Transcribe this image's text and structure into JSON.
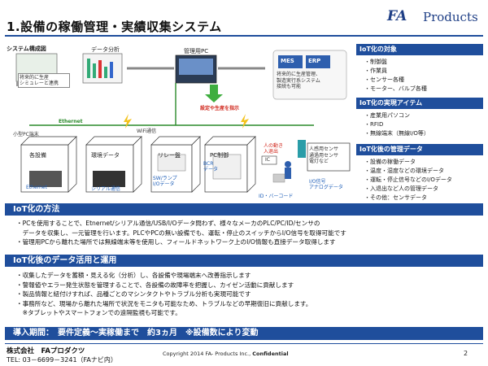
{
  "header": {
    "title": "1.設備の稼働管理・実績収集システム",
    "logo_fa": "FA",
    "logo_products": "Products"
  },
  "diagram": {
    "system_label": "システム構成図",
    "data_analysis": "データ分析",
    "management_pc": "管理用PC",
    "mes": "MES",
    "erp": "ERP",
    "future_note_left": "将来的に生産\nシミュレーと連携",
    "future_note_right": "将来的に生産管理、\n製造実行系システム\n接続も可能",
    "instruction": "設定や生産を指示",
    "small_pc_terminal": "小型PC端末",
    "ethernet_top": "Ethernet",
    "wifi": "WiFi通信",
    "facility_a": "各設備",
    "ethernet_bottom": "Ethernet",
    "env_data": "環境データ",
    "serial": "シリアル通信",
    "relay_board": "リレー盤",
    "sw_lamp": "SW/ランプ\nI/Oデータ",
    "pc_control": "PC制御",
    "bcr_data": "BCR\nデータ",
    "ic": "IC",
    "ic_barcode": "ID・バーコード",
    "entry_exit": "人の動き\n入退出",
    "human_sensor": "人感用センサ\n通過用センサ\n電灯など",
    "io_signal": "I/O信号\nアナログデータ"
  },
  "side_panels": [
    {
      "title": "IoT化の対象",
      "items": [
        "・制御盤",
        "・作業員",
        "・センサー各種",
        "・モーター、バルブ各種"
      ]
    },
    {
      "title": "IoT化の実現アイテム",
      "items": [
        "・産業用パソコン",
        "・RFID",
        "・無線端末（無線I/O等）"
      ]
    },
    {
      "title": "IoT化後の管理データ",
      "items": [
        "・設備の稼働データ",
        "・温度・湿度などの環境データ",
        "・運転・停止信号などのI/Oデータ",
        "・入退出など人の管理データ",
        "・その他：センサデータ"
      ]
    }
  ],
  "sections": {
    "method_title": "IoT化の方法",
    "method_lines": [
      "・PCを使用することで、Etnernet/シリアル通信/USB/I/Oデータ問わず、様々なメーカのPLC/PC/ID/センサの",
      "　データを収集し、一元管理を行います。PLCやPCの無い設備でも、運転・停止のスイッチからI/O信号を取得可能です",
      "・管理用PCから離れた場所では無線端末等を使用し、フィールドネットワーク上のI/O情報も直接データ取得します"
    ],
    "usage_title": "IoT化後のデータ活用と運用",
    "usage_lines": [
      "・収集したデータを蓄積・見える化（分析）し、各設備や現場端末へ改善指示します",
      "・警報値やエラー発生状態を管理することで、各設備の故障率を把握し、カイゼン活動に貢献します",
      "・製品情報と紐付けすれば、品種ごとのマシンタクトやトラブル分析も実現可能です",
      "・事務所など、現場から離れた場所で状況をモニタも可能なため、トラブルなどの早期復旧に貢献します。",
      "　※タブレットやスマートフォンでの遠隔監視も可能です。"
    ],
    "intro_band": "導入期間：　要件定義〜実稼働まで　約3ヵ月　※設備数により変動"
  },
  "footer": {
    "company": "株式会社　FAプロダクツ",
    "tel": "TEL: 03－6699－3241（FAナビ内）",
    "copyright": "Copyright  2014  FA- Products Inc.,",
    "confidential": "Confidential",
    "page": "2"
  },
  "colors": {
    "brand": "#1f4e9c",
    "accent_red": "#d0261b",
    "accent_green": "#2a8a2a"
  }
}
